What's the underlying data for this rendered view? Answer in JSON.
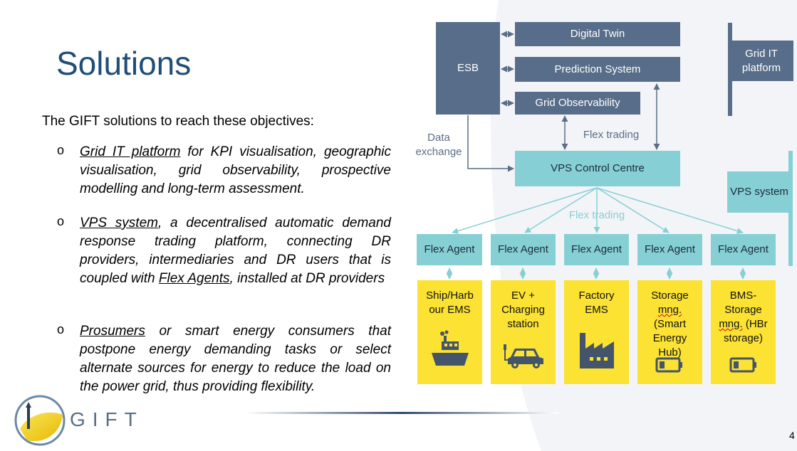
{
  "slide": {
    "title": "Solutions",
    "intro": "The GIFT solutions to reach these objectives:",
    "bullet_marker": "o",
    "bullets": [
      {
        "link": "Grid IT platform",
        "rest": " for KPI visualisation, geographic visualisation, grid observability, prospective modelling and long-term assessment."
      },
      {
        "link": "VPS system",
        "rest_a": ", a decentralised automatic demand response trading platform, connecting DR providers, intermediaries and DR users that is coupled with ",
        "link_b": "Flex Agents",
        "rest_b": ", installed at DR providers"
      },
      {
        "link": "Prosumers",
        "rest": " or smart energy consumers that postpone energy demanding tasks or select alternate sources for energy to reduce the load on the power grid, thus providing flexibility."
      }
    ],
    "logo_text": "GIFT",
    "page_number": "4"
  },
  "diagram": {
    "esb": "ESB",
    "digital_twin": "Digital Twin",
    "prediction_system": "Prediction System",
    "grid_observability": "Grid Observability",
    "grid_it_platform": "Grid IT platform",
    "data_exchange": "Data exchange",
    "flex_trading_top": "Flex trading",
    "vps_control_centre": "VPS Control Centre",
    "vps_system": "VPS system",
    "flex_trading_mid": "Flex trading",
    "flex_agents": [
      "Flex Agent",
      "Flex Agent",
      "Flex Agent",
      "Flex Agent",
      "Flex Agent"
    ],
    "devices": [
      {
        "label": "Ship/Harb our EMS",
        "icon": "ship-icon"
      },
      {
        "label": "EV + Charging station",
        "icon": "ev-car-icon"
      },
      {
        "label": "Factory EMS",
        "icon": "factory-icon"
      },
      {
        "label_a": "Storage ",
        "label_mng": "mng.",
        "label_b": " (Smart Energy Hub)",
        "icon": "battery-icon"
      },
      {
        "label_a": "BMS-Storage ",
        "label_mng": "mng.",
        "label_b": " (HBr storage)",
        "icon": "battery-icon"
      }
    ]
  },
  "colors": {
    "title": "#1f4e79",
    "dark_box": "#586d89",
    "teal_box": "#86d0d5",
    "yellow_box": "#fbe233"
  }
}
